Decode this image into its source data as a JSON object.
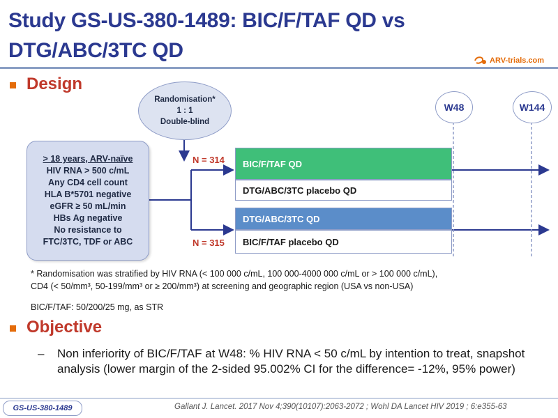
{
  "title": {
    "line1": "Study GS-US-380-1489: BIC/F/TAF QD vs",
    "line2": "DTG/ABC/3TC QD"
  },
  "logo": {
    "text": "ARV-trials.com"
  },
  "design": {
    "heading": "Design"
  },
  "randomisation": {
    "line1": "Randomisation*",
    "line2": "1 : 1",
    "line3": "Double-blind"
  },
  "criteria": [
    "> 18 years, ARV-naïve",
    "HIV RNA > 500 c/mL",
    "Any CD4 cell count",
    "HLA B*5701 negative",
    "eGFR ≥ 50 mL/min",
    "HBs Ag negative",
    "No resistance to",
    "FTC/3TC, TDF or ABC"
  ],
  "timepoints": {
    "w48": "W48",
    "w144": "W144"
  },
  "arms": {
    "arm1": {
      "n": "N = 314",
      "active": "BIC/F/TAF QD",
      "placebo": "DTG/ABC/3TC placebo QD"
    },
    "arm2": {
      "n": "N = 315",
      "active": "DTG/ABC/3TC  QD",
      "placebo": "BIC/F/TAF placebo QD"
    }
  },
  "footnote": {
    "line1": "* Randomisation was stratified by HIV RNA (< 100 000 c/mL, 100 000-4000 000 c/mL or > 100 000 c/mL),",
    "line2": "CD4 (< 50/mm³, 50-199/mm³ or ≥ 200/mm³) at screening and geographic region (USA vs non-USA)",
    "dose": "BIC/F/TAF: 50/200/25 mg, as STR"
  },
  "objective": {
    "heading": "Objective",
    "dash": "–",
    "text": "Non inferiority of BIC/F/TAF at W48: % HIV RNA < 50 c/mL by intention to treat, snapshot analysis (lower margin of the 2-sided 95.002% CI for the difference= -12%, 95% power)"
  },
  "study_tag": "GS-US-380-1489",
  "references": "Gallant J. Lancet. 2017 Nov 4;390(10107):2063-2072 ; Wohl DA Lancet HIV 2019 ; 6:e355-63",
  "colors": {
    "title": "#2b3990",
    "accent": "#e46c0a",
    "section_heading": "#c0392b",
    "arm_green": "#3fbf79",
    "arm_blue": "#5b8dc9",
    "bubble_fill": "#dde3f1"
  }
}
